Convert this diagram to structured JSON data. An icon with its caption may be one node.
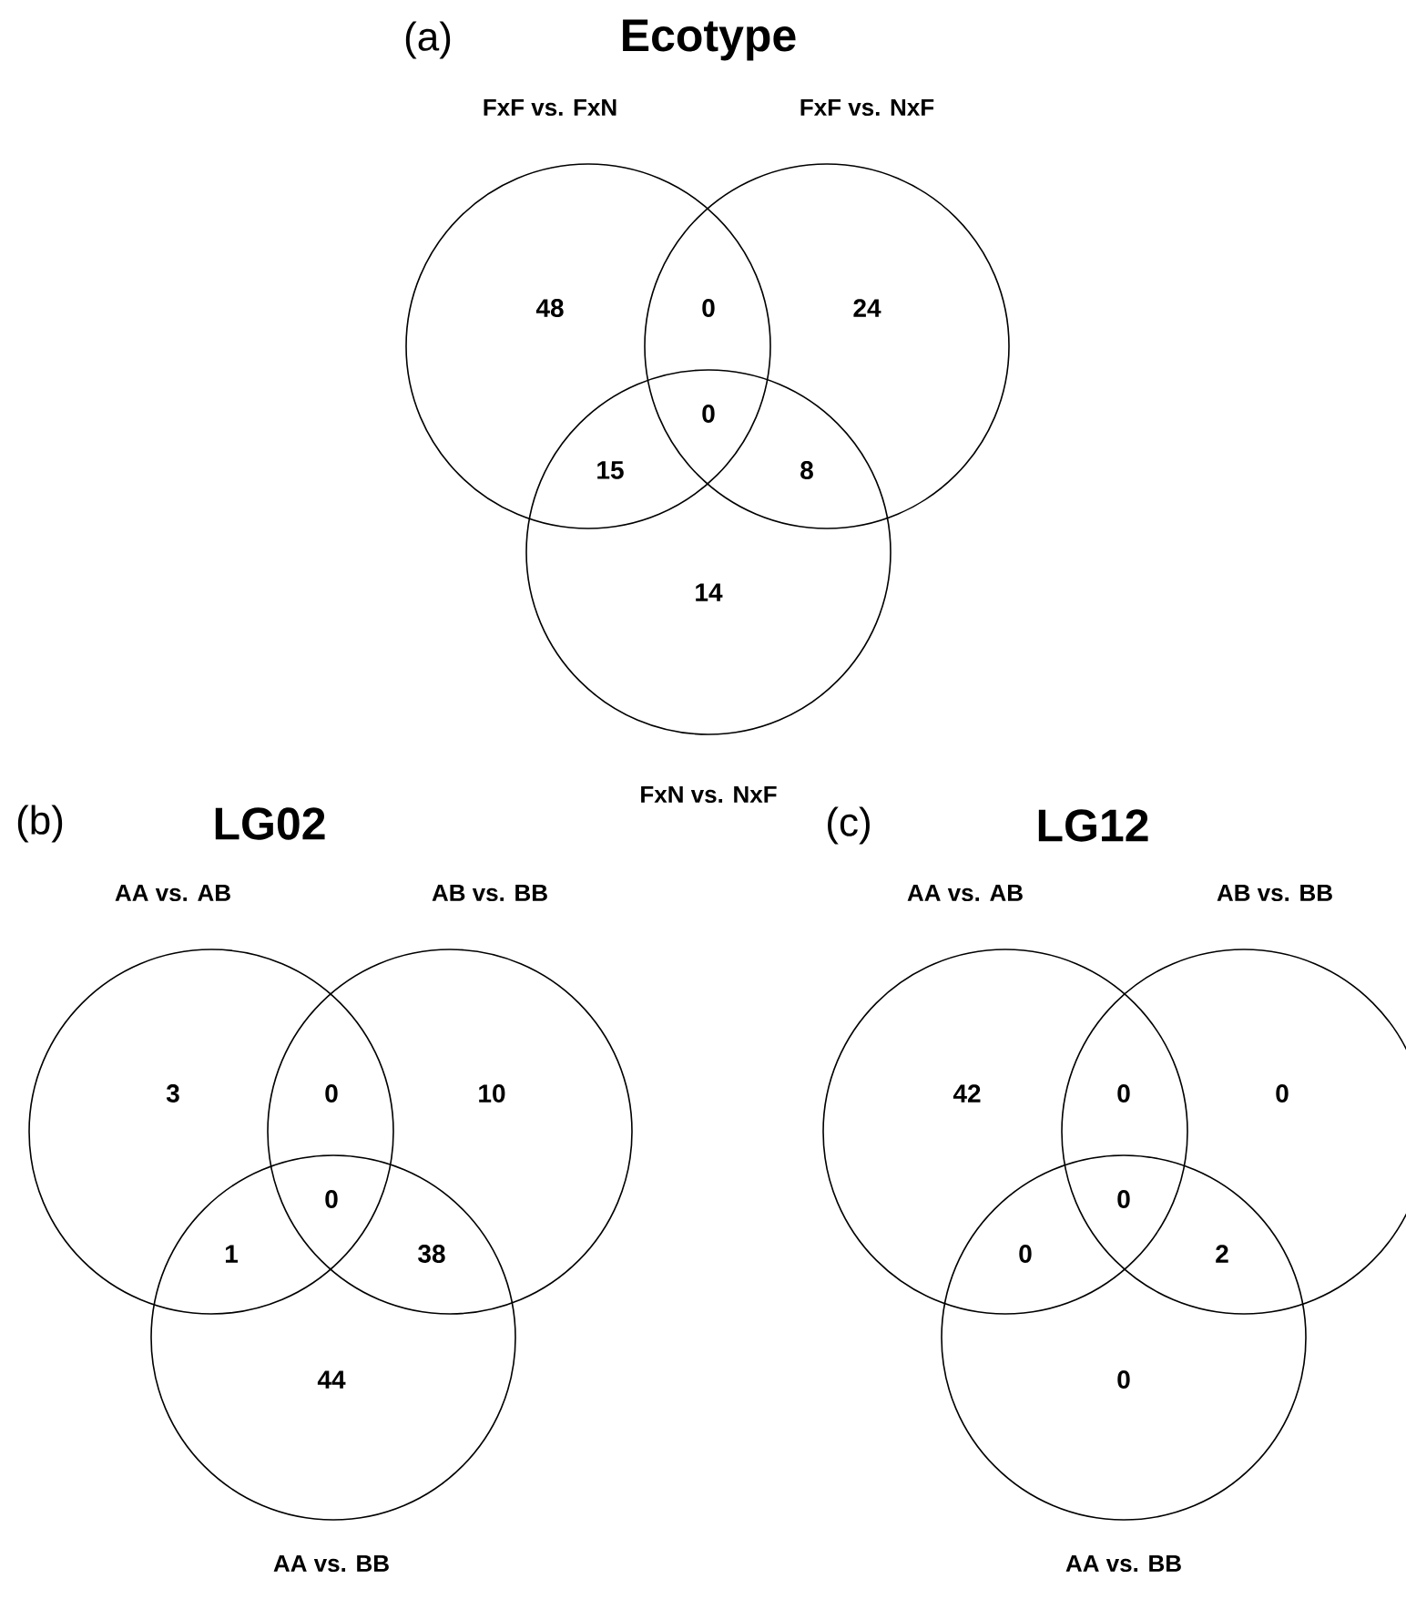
{
  "diagram": {
    "nodes": [
      {
        "text": [
          "FxF vs. FxN"
        ]
      },
      {
        "text": [
          "FxF vs. NxF"
        ]
      },
      {
        "text": [
          "FxN vs. NxF"
        ]
      },
      {
        "text": [
          "AA vs. AB"
        ]
      },
      {
        "text": [
          "AB vs. BB"
        ]
      },
      {
        "text": [
          "AA vs. BB"
        ]
      },
      {
        "text": [
          "AA vs. AB"
        ]
      },
      {
        "text": [
          "AB vs. BB"
        ]
      },
      {
        "text": [
          "AA vs. BB"
        ]
      }
    ],
    "labels": [
      "(a)",
      "Ecotype",
      "48",
      "0",
      "24",
      "0",
      "15",
      "8",
      "14",
      "(b)",
      "LG02",
      "3",
      "0",
      "10",
      "0",
      "1",
      "38",
      "44",
      "(c)",
      "LG12",
      "42",
      "0",
      "0",
      "0",
      "0",
      "2",
      "0"
    ]
  }
}
